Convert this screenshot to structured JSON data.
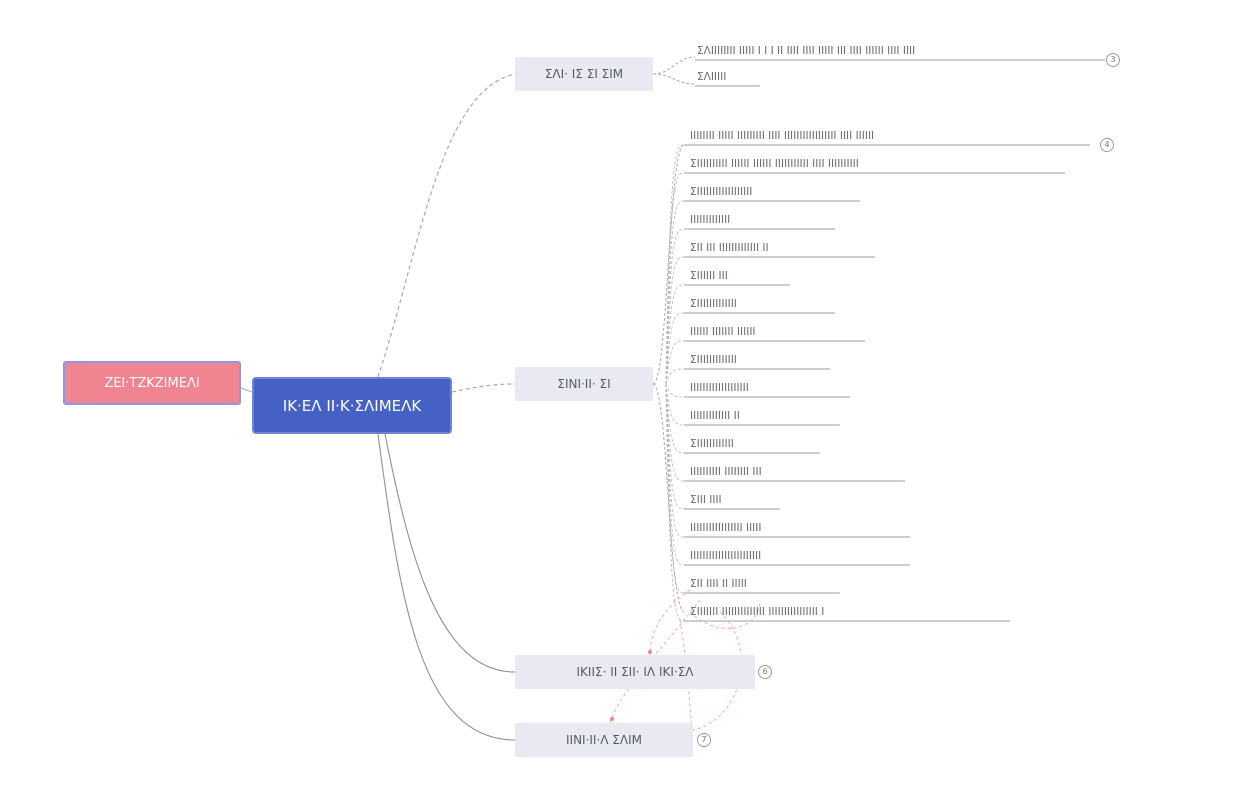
{
  "topic_left": {
    "label": "ΖΕΙ·ΤΖΚΖΙΜΕΛΙ"
  },
  "topic_center": {
    "label": "ΙΚ·ΕΛ ΙΙ·Κ·ΣΛΙΜΕΛΚ"
  },
  "branches": [
    {
      "label": "ΣΛΙ· ΙΣ ΣΙ ΣΙΜ",
      "collapse": "3",
      "leaves": [
        "ΣΛΙΙΙΙΙΙΙΙ ΙΙΙΙΙ Ι Ι Ι ΙΙ ΙΙΙΙ ΙΙΙΙ ΙΙΙΙΙ ΙΙΙ ΙΙΙΙ ΙΙΙΙΙΙ ΙΙΙΙ ΙΙΙΙ",
        "ΣΛΙΙΙΙΙ"
      ]
    },
    {
      "label": "ΣΙΝΙ·ΙΙ· ΣΙ",
      "collapse": "4",
      "leaves": [
        "ΙΙΙΙΙΙΙΙ ΙΙΙΙΙ ΙΙΙΙΙΙΙΙΙ ΙΙΙΙ ΙΙΙΙΙΙΙΙΙΙΙΙΙΙΙΙΙ ΙΙΙΙ ΙΙΙΙΙΙ",
        "ΣΙΙΙΙΙΙΙΙΙΙ ΙΙΙΙΙΙ ΙΙΙΙΙΙ ΙΙΙΙΙΙΙΙΙΙΙ ΙΙΙΙ ΙΙΙΙΙΙΙΙΙΙ",
        "ΣΙΙΙΙΙΙΙΙΙΙΙΙΙΙΙΙΙΙ",
        "ΙΙΙΙΙΙΙΙΙΙΙΙΙ",
        "ΣΙΙ ΙΙΙ ΙΙΙΙΙΙΙΙΙΙΙΙΙ ΙΙ",
        "ΣΙΙΙΙΙΙ ΙΙΙ",
        "ΣΙΙΙΙΙΙΙΙΙΙΙΙΙ",
        "ΙΙΙΙΙΙ ΙΙΙΙΙΙΙ ΙΙΙΙΙΙ",
        "ΣΙΙΙΙΙΙΙΙΙΙΙΙΙ",
        "ΙΙΙΙΙΙΙΙΙΙΙΙΙΙΙΙΙΙΙ",
        "ΙΙΙΙΙΙΙΙΙΙΙΙΙ ΙΙ",
        "ΣΙΙΙΙΙΙΙΙΙΙΙΙ",
        "ΙΙΙΙΙΙΙΙΙΙ ΙΙΙΙΙΙΙΙ ΙΙΙ",
        "ΣΙΙΙ ΙΙΙΙ",
        "ΙΙΙΙΙΙΙΙΙΙΙΙΙΙΙΙΙ ΙΙΙΙΙ",
        "ΙΙΙΙΙΙΙΙΙΙΙΙΙΙΙΙΙΙΙΙΙΙΙ",
        "ΣΙΙ ΙΙΙΙ ΙΙ ΙΙΙΙΙ",
        "ΣΙΙΙΙΙΙΙ ΙΙΙΙΙΙΙΙΙΙΙΙΙΙ ΙΙΙΙΙΙΙΙΙΙΙΙΙΙΙΙ Ι"
      ]
    },
    {
      "label": "ΙΚΙΙΣ· ΙΙ ΣΙΙ· ΙΛ ΙΚΙ·ΣΛ",
      "collapse": "6",
      "leaves": []
    },
    {
      "label": "ΙΙΝΙ·ΙΙ·Λ ΣΛΙΜ",
      "collapse": "7",
      "leaves": []
    }
  ],
  "colors": {
    "topic_left_fill": "#f08490",
    "topic_center_fill": "#4561c6",
    "branch_fill": "#e9eaf1",
    "relation_line": "#f3a6ad",
    "connector": "#9a9ea8"
  }
}
